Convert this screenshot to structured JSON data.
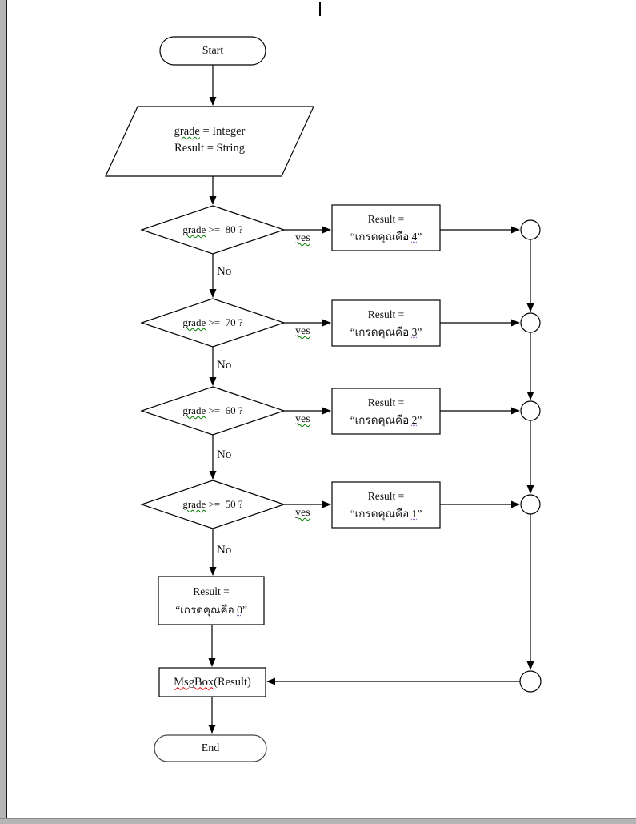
{
  "page": {
    "background_color": "#ffffff",
    "margin_gray": "#b5b5b5",
    "spellcheck_red": "#e00000",
    "grammar_green": "#008000",
    "smarttag_purple": "#9966cc"
  },
  "flowchart": {
    "start_label": "Start",
    "end_label": "End",
    "declaration": {
      "var1": "grade",
      "rest1": " = Integer",
      "line2": "Result = String"
    },
    "decisions": [
      {
        "var": "grade",
        "cond": " >=  80 ?",
        "yes_label": "yes",
        "no_label": "No"
      },
      {
        "var": "grade",
        "cond": " >=  70 ?",
        "yes_label": "yes",
        "no_label": "No"
      },
      {
        "var": "grade",
        "cond": " >=  60 ?",
        "yes_label": "yes",
        "no_label": "No"
      },
      {
        "var": "grade",
        "cond": " >=  50 ?",
        "yes_label": "yes",
        "no_label": "No"
      }
    ],
    "results": [
      {
        "line1": "Result =",
        "prefix": "“เกรดคุณคือ ",
        "value": "4",
        "suffix": "”"
      },
      {
        "line1": "Result =",
        "prefix": "“เกรดคุณคือ ",
        "value": "3",
        "suffix": "”"
      },
      {
        "line1": "Result =",
        "prefix": "“เกรดคุณคือ ",
        "value": "2",
        "suffix": "”"
      },
      {
        "line1": "Result =",
        "prefix": "“เกรดคุณคือ ",
        "value": "1",
        "suffix": "”"
      }
    ],
    "result_default": {
      "line1": "Result =",
      "prefix": "“เกรดคุณคือ ",
      "value": "0",
      "suffix": "”"
    },
    "msgbox": {
      "fn": "MsgBox",
      "args": "(Result)"
    }
  }
}
